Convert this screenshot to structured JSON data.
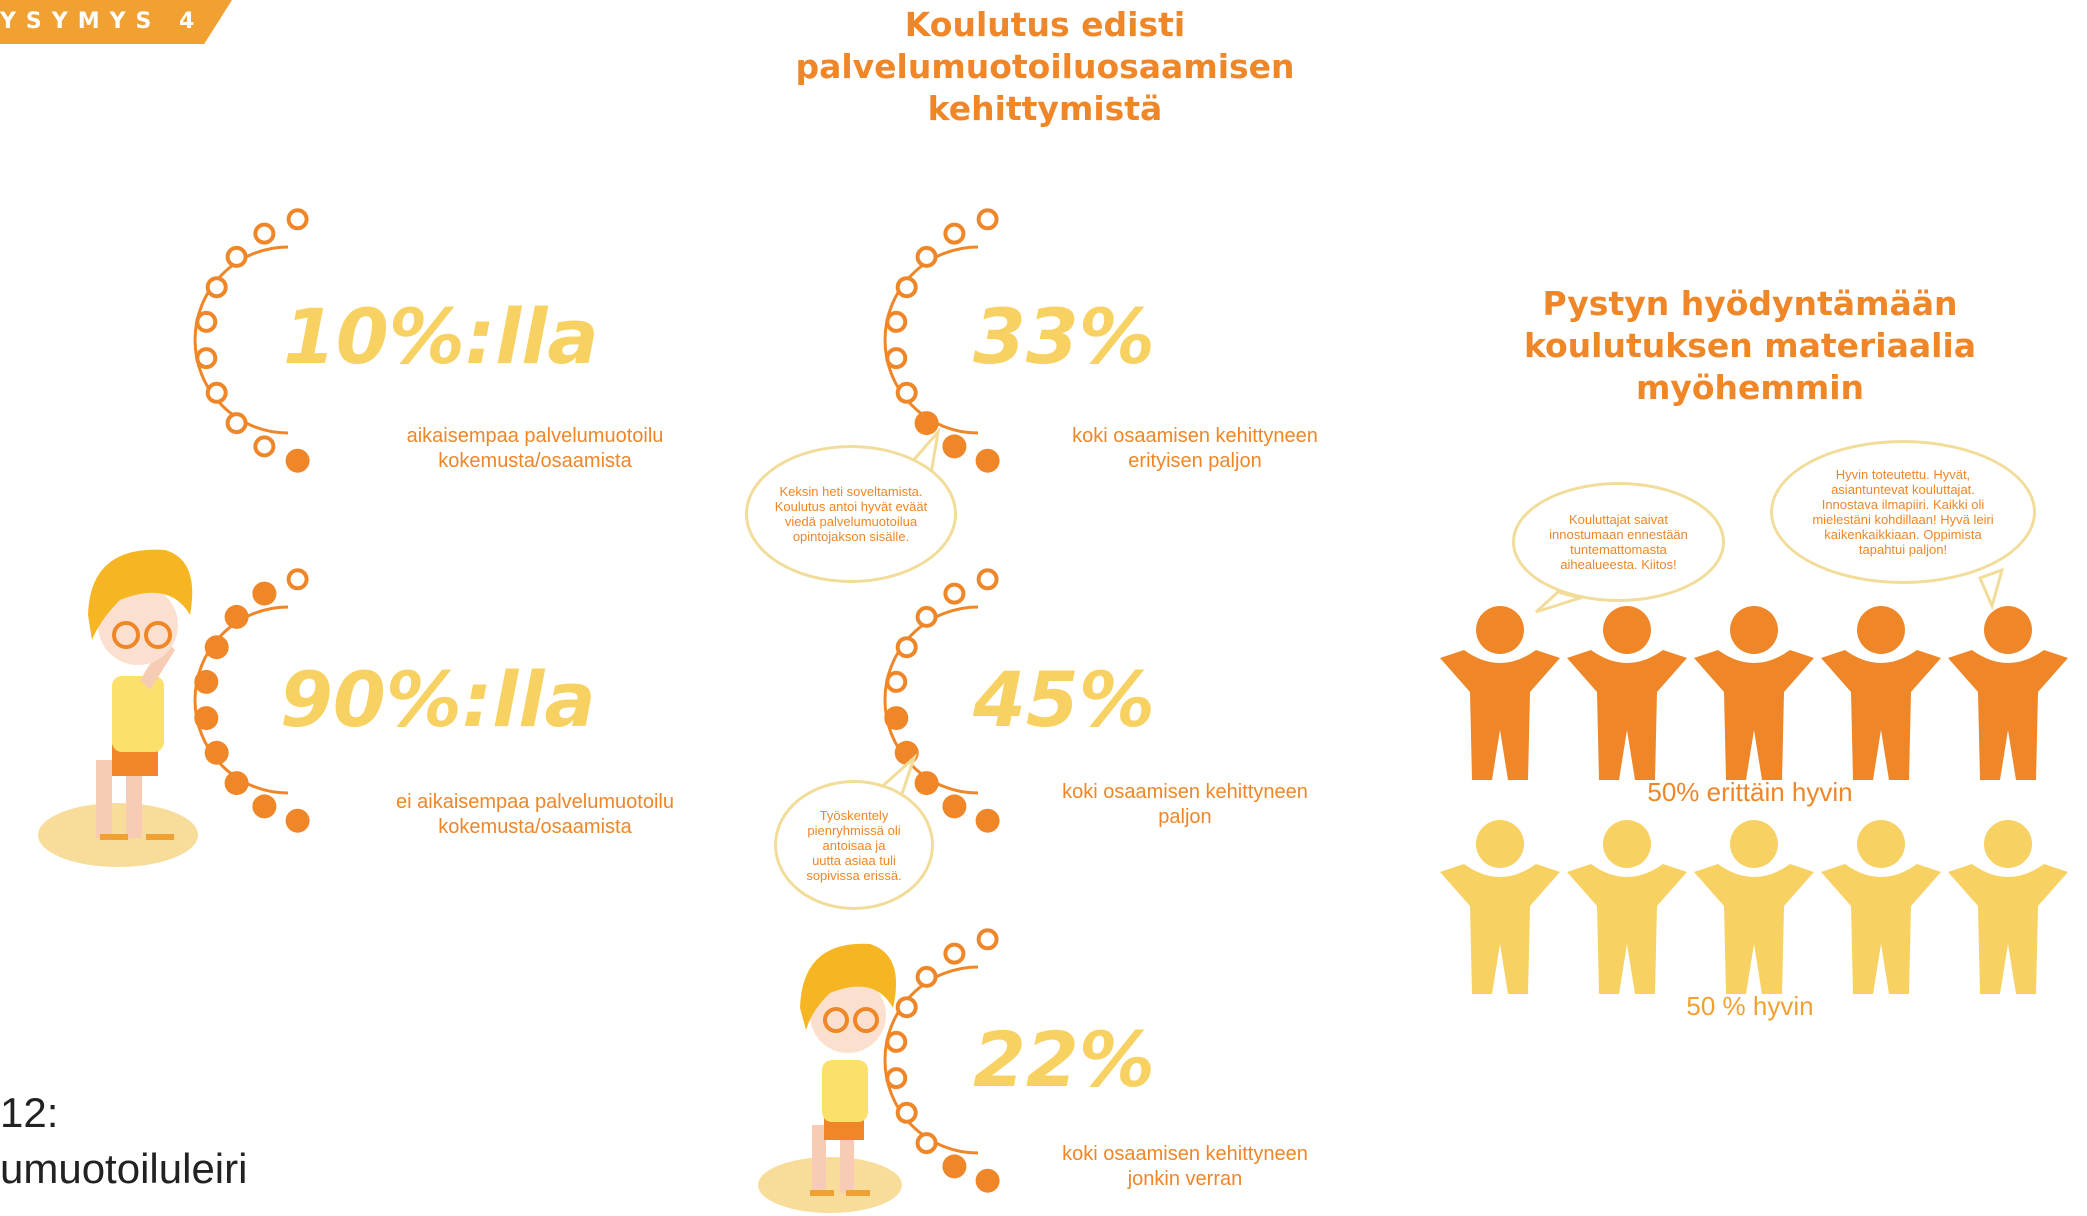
{
  "header": {
    "tag_label": "YSYMYS 4",
    "main_title_lines": [
      "Koulutus edisti",
      "palvelumuotoiluosaamisen",
      "kehittymistä"
    ]
  },
  "left_stats": [
    {
      "value": "10%:lla",
      "description_lines": [
        "aikaisempaa palvelumuotoilu",
        "kokemusta/osaamista"
      ]
    },
    {
      "value": "90%:lla",
      "description_lines": [
        "ei aikaisempaa palvelumuotoilu",
        "kokemusta/osaamista"
      ]
    }
  ],
  "middle_stats": [
    {
      "value": "33%",
      "description_lines": [
        "koki osaamisen kehittyneen",
        "erityisen paljon"
      ]
    },
    {
      "value": "45%",
      "description_lines": [
        "koki osaamisen kehittyneen",
        "paljon"
      ]
    },
    {
      "value": "22%",
      "description_lines": [
        "koki osaamisen kehittyneen",
        "jonkin verran"
      ]
    }
  ],
  "quotes": {
    "q1_lines": [
      "Keksin heti soveltamista.",
      "Koulutus antoi hyvät eväät",
      "viedä palvelumuotoilua",
      "opintojakson sisälle."
    ],
    "q2_lines": [
      "Työskentely",
      "pienryhmissä oli",
      "antoisaa ja",
      "uutta asiaa tuli",
      "sopivissa erissä."
    ],
    "q3_lines": [
      "Kouluttajat saivat",
      "innostumaan ennestään",
      "tuntemattomasta",
      "aihealueesta. Kiitos!"
    ],
    "q4_lines": [
      "Hyvin toteutettu. Hyvät,",
      "asiantuntevat kouluttajat.",
      "Innostava ilmapiiri. Kaikki oli",
      "mielestäni kohdillaan! Hyvä leiri",
      "kaikenkaikkiaan. Oppimista",
      "tapahtui paljon!"
    ]
  },
  "right_panel": {
    "title_lines": [
      "Pystyn hyödyntämään",
      "koulutuksen materiaalia",
      "myöhemmin"
    ],
    "rows": [
      {
        "label": "50% erittäin hyvin",
        "count": 5,
        "color": "#ef8627"
      },
      {
        "label": "50 % hyvin",
        "count": 5,
        "color": "#f8d163"
      }
    ]
  },
  "caption_lines": [
    "12:",
    "umuotoiluleiri"
  ],
  "colors": {
    "orange": "#ef8627",
    "yellow": "#f8d163",
    "tag_orange": "#f0a132",
    "bubble_border": "#f2dc99"
  }
}
